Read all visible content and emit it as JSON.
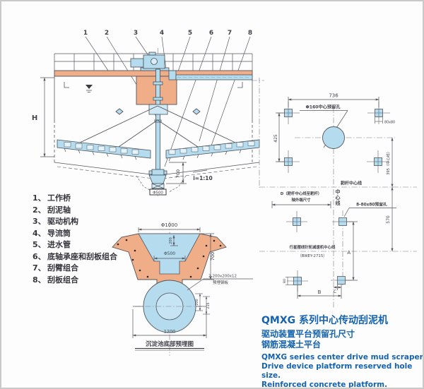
{
  "colors": {
    "concrete": "#f0ae88",
    "component_blue": "#b4dbee",
    "line": "#54545c",
    "accent_blue": "#1462b0",
    "text_dark": "#36363c"
  },
  "legend": {
    "items": [
      {
        "num": "1、",
        "label": "工作桥"
      },
      {
        "num": "2、",
        "label": "刮泥轴"
      },
      {
        "num": "3、",
        "label": "驱动机构"
      },
      {
        "num": "4、",
        "label": "导流筒"
      },
      {
        "num": "5、",
        "label": "进水管"
      },
      {
        "num": "6、",
        "label": "底轴承座和刮板组合"
      },
      {
        "num": "7、",
        "label": "刮臂组合"
      },
      {
        "num": "8、",
        "label": "刮板组合"
      }
    ]
  },
  "main_view": {
    "callouts": [
      "1",
      "2",
      "3",
      "4",
      "5",
      "6",
      "7",
      "8"
    ],
    "dim_height": "H",
    "dim_700": "700",
    "slope": "i=1:10",
    "hub_label": "Φ500"
  },
  "detail_view": {
    "dim_top_dia": "Φ1000",
    "dim_inner_dia": "Φ500",
    "dim_depth": "700",
    "dim_step": "200",
    "plate_note_line1": "2-200x200x12",
    "plate_note_line2": "预埋钢板",
    "dim_plate_200": "200",
    "dim_plate_215": "215",
    "dim_base": "1200",
    "caption": "沉淀池底部预埋图"
  },
  "plan_view": {
    "dim_736": "736",
    "center_hole_note": "Φ160中心预留孔",
    "hole_size_note": "80x80",
    "dim_425": "425",
    "dim_395": "395（中心线）",
    "rake_centerline": "耙杆中心线",
    "d_note_line1": "D（耙杆中心线至耙杆）",
    "d_note_line2": "轴外端尺寸",
    "vertical_centerline": "中心线",
    "holes_note": "8-80x80预留孔",
    "dim_570": "570",
    "reducer_centerline": "行星摆线针轮减速机中心线",
    "reducer_model": "（BWEY-2715）",
    "dim_A": "A",
    "dim_80": "80",
    "dim_B": "B",
    "dim_C": "C"
  },
  "title_block": {
    "title_zh": "QMXG 系列中心传动刮泥机",
    "subtitle_zh_1": "驱动装置平台预留孔尺寸",
    "subtitle_zh_2": "钢筋混凝土平台",
    "title_en": "QMXG series center drive mud scraper",
    "subtitle_en_1": "Drive device platform reserved hole size.",
    "subtitle_en_2": "Reinforced concrete platform."
  }
}
